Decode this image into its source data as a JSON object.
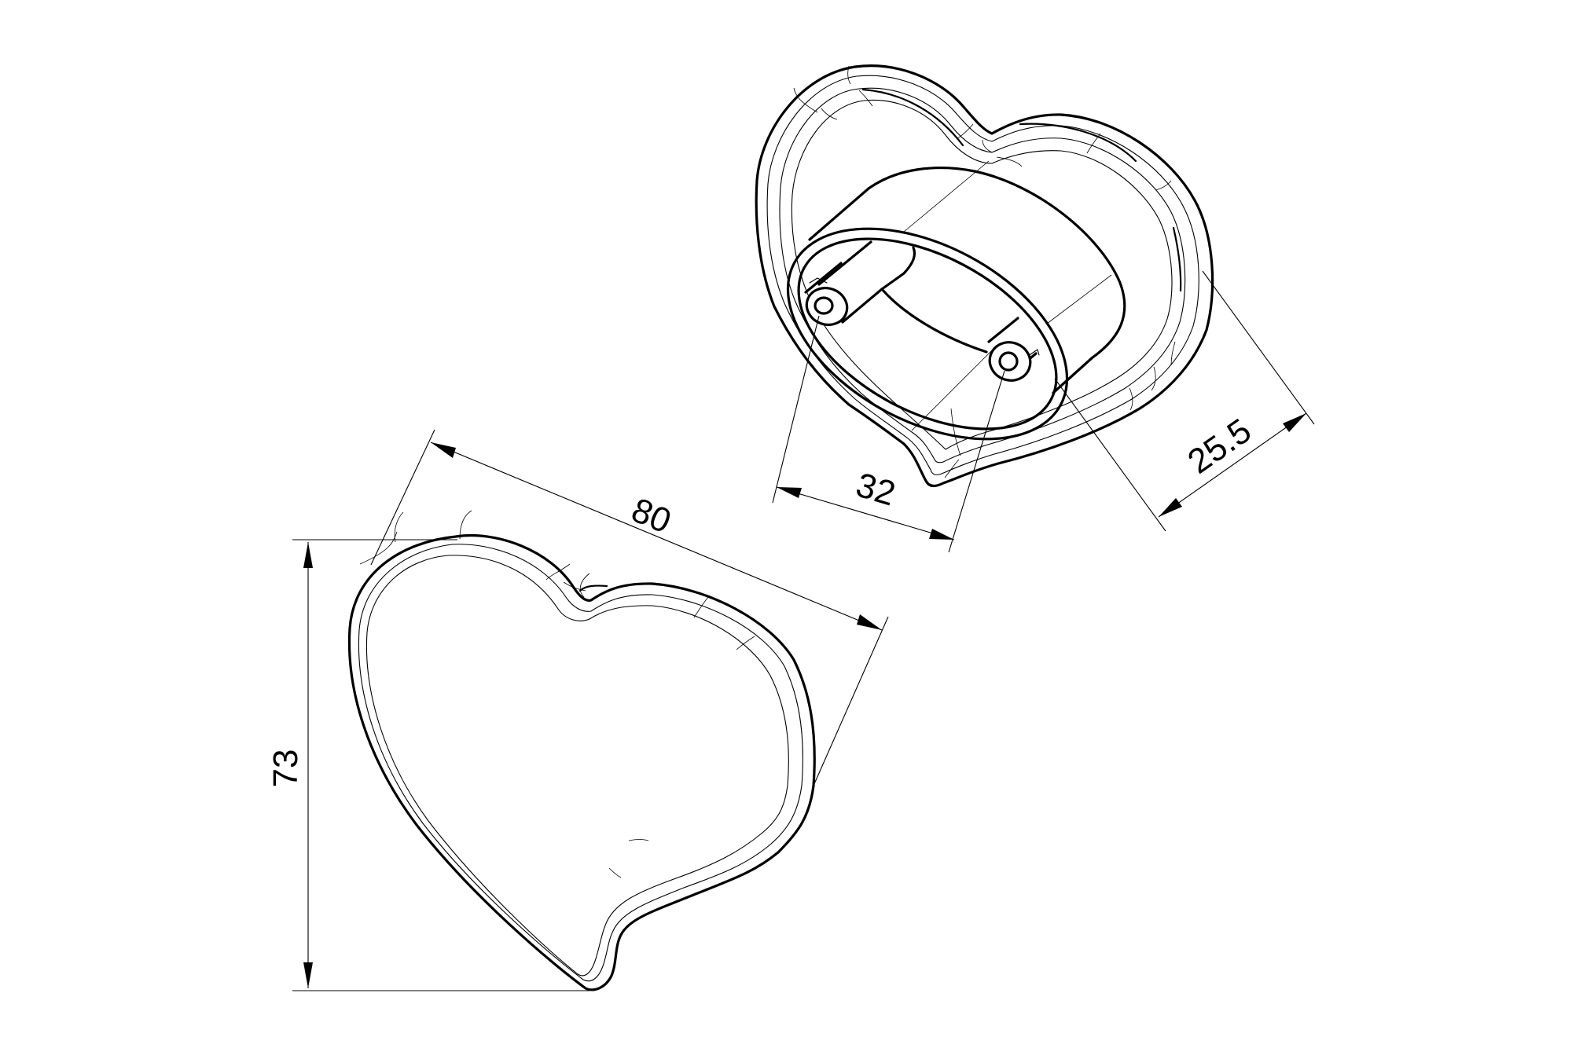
{
  "drawing": {
    "type": "technical-line-drawing",
    "subject": "heart-shaped knob, front and rear isometric views",
    "line_color": "#000000",
    "background_color": "#ffffff"
  },
  "views": [
    {
      "name": "front-view",
      "description": "heart knob front face"
    },
    {
      "name": "rear-view",
      "description": "heart knob rear with oval mounting boss and two screw bosses"
    }
  ],
  "dimensions": {
    "width": {
      "value": "80",
      "label": "80"
    },
    "height": {
      "value": "73",
      "label": "73"
    },
    "hole_spacing": {
      "value": "32",
      "label": "32"
    },
    "depth": {
      "value": "25.5",
      "label": "25.5"
    }
  }
}
